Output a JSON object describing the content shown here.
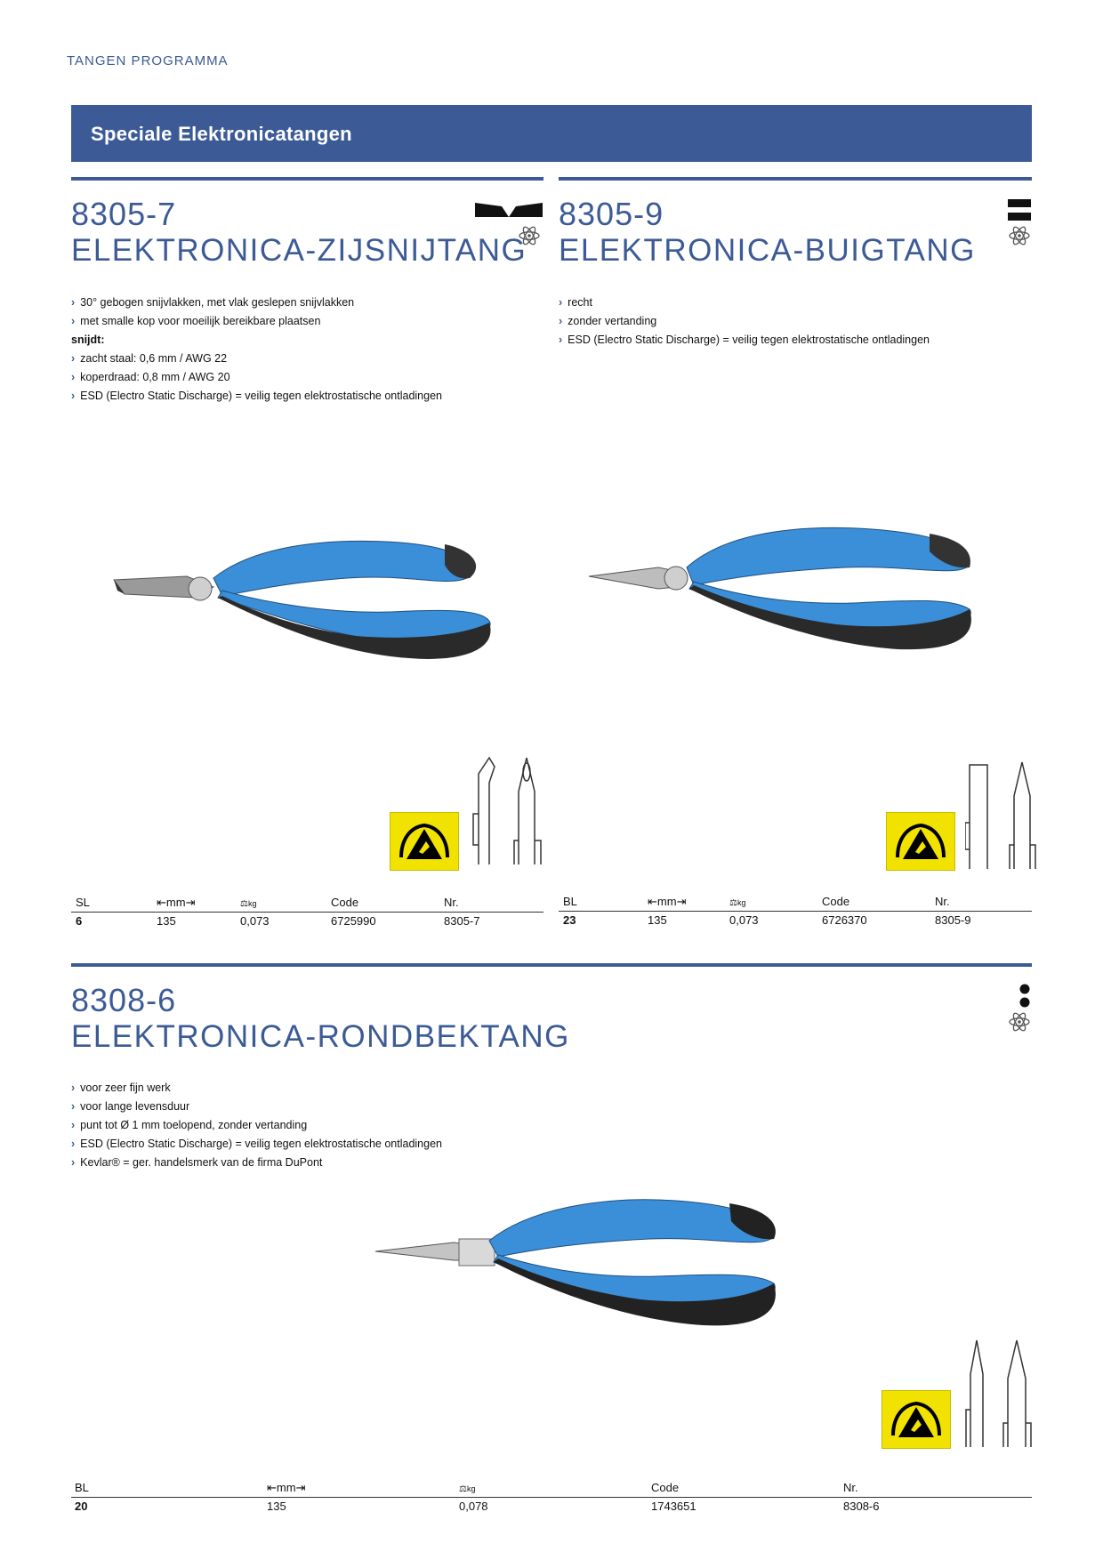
{
  "header": {
    "section": "TANGEN PROGRAMMA",
    "banner_title": "Speciale Elektronicatangen"
  },
  "products": [
    {
      "number": "8305-7",
      "name": "ELEKTRONICA-ZIJSNIJTANG",
      "features": [
        {
          "bullet": true,
          "text": "30° gebogen snijvlakken, met vlak geslepen snijvlakken"
        },
        {
          "bullet": true,
          "text": "met smalle kop voor moeilijk bereikbare plaatsen"
        },
        {
          "bullet": false,
          "bold": true,
          "text": "snijdt:"
        },
        {
          "bullet": true,
          "text": "zacht staal: 0,6 mm / AWG 22"
        },
        {
          "bullet": true,
          "text": "koperdraad: 0,8 mm / AWG 20"
        },
        {
          "bullet": true,
          "text": "ESD (Electro Static Discharge) = veilig tegen elektrostatische ontladingen"
        }
      ],
      "table": {
        "headers": [
          "SL",
          "mm",
          "kg",
          "Code",
          "Nr."
        ],
        "row": [
          "6",
          "135",
          "0,073",
          "6725990",
          "8305-7"
        ]
      }
    },
    {
      "number": "8305-9",
      "name": "ELEKTRONICA-BUIGTANG",
      "features": [
        {
          "bullet": true,
          "text": "recht"
        },
        {
          "bullet": true,
          "text": "zonder vertanding"
        },
        {
          "bullet": true,
          "text": "ESD (Electro Static Discharge) = veilig tegen elektrostatische ontladingen"
        }
      ],
      "table": {
        "headers": [
          "BL",
          "mm",
          "kg",
          "Code",
          "Nr."
        ],
        "row": [
          "23",
          "135",
          "0,073",
          "6726370",
          "8305-9"
        ]
      }
    },
    {
      "number": "8308-6",
      "name": "ELEKTRONICA-RONDBEKTANG",
      "features": [
        {
          "bullet": true,
          "text": "voor zeer fijn werk"
        },
        {
          "bullet": true,
          "text": "voor lange levensduur"
        },
        {
          "bullet": true,
          "text": "punt tot Ø 1 mm toelopend, zonder vertanding"
        },
        {
          "bullet": true,
          "text": "ESD (Electro Static Discharge) = veilig tegen elektrostatische ontladingen"
        },
        {
          "bullet": true,
          "text": "Kevlar® = ger. handelsmerk van de firma DuPont"
        }
      ],
      "table": {
        "headers": [
          "BL",
          "mm",
          "kg",
          "Code",
          "Nr."
        ],
        "row": [
          "20",
          "135",
          "0,078",
          "1743651",
          "8308-6"
        ]
      }
    }
  ],
  "colors": {
    "brand_blue": "#3c5b96",
    "handle_blue": "#3b8fd8",
    "esd_yellow": "#f2e200"
  },
  "icons": [
    "esd-warning-icon",
    "atom-icon",
    "chevron-right-icon",
    "length-mm-icon",
    "weight-scale-icon"
  ]
}
